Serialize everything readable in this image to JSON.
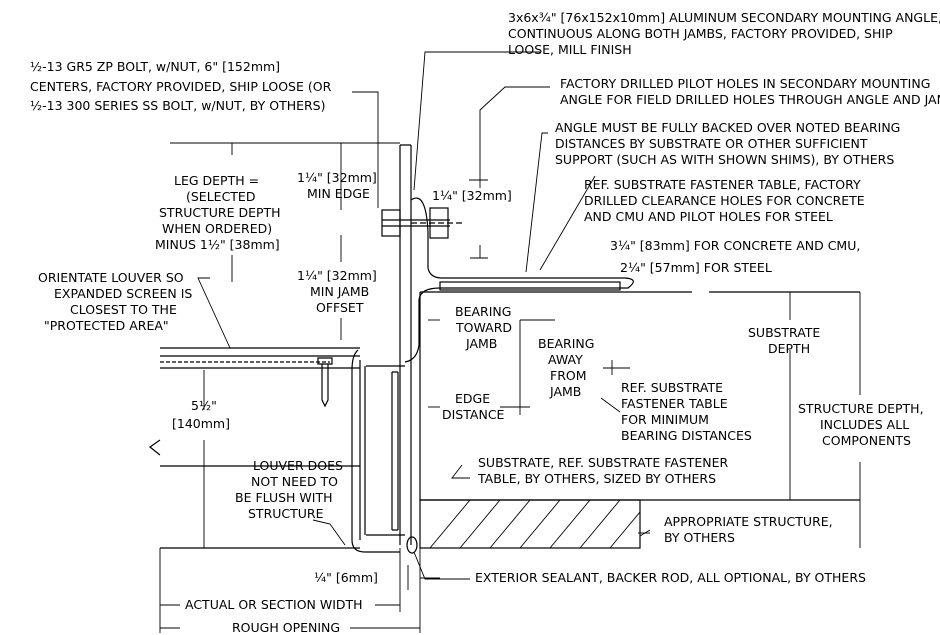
{
  "notes": {
    "angle_1": "3x6x¾\" [76x152x10mm] ALUMINUM SECONDARY MOUNTING ANGLE,",
    "angle_2": "CONTINUOUS ALONG BOTH JAMBS, FACTORY PROVIDED, SHIP",
    "angle_3": "LOOSE, MILL FINISH",
    "bolt_1": "½-13 GR5 ZP BOLT, w/NUT, 6\" [152mm]",
    "bolt_2": "CENTERS, FACTORY PROVIDED, SHIP LOOSE (OR",
    "bolt_3": "½-13 300 SERIES SS BOLT, w/NUT, BY OTHERS)",
    "pilot_1": "FACTORY DRILLED PILOT HOLES IN SECONDARY MOUNTING",
    "pilot_2": "ANGLE FOR FIELD DRILLED HOLES THROUGH ANGLE AND JAMB",
    "backed_1": "ANGLE MUST BE FULLY BACKED OVER NOTED BEARING",
    "backed_2": "DISTANCES BY SUBSTRATE OR OTHER SUFFICIENT",
    "backed_3": "SUPPORT (SUCH AS WITH SHOWN SHIMS), BY OTHERS",
    "ref1_1": "REF. SUBSTRATE FASTENER TABLE, FACTORY",
    "ref1_2": "DRILLED CLEARANCE HOLES FOR CONCRETE",
    "ref1_3": "AND CMU AND PILOT HOLES FOR STEEL",
    "conc": "3¼\" [83mm] FOR CONCRETE AND CMU,",
    "steel": "2¼\" [57mm] FOR STEEL",
    "leg_1": "LEG DEPTH =",
    "leg_2": "(SELECTED",
    "leg_3": "STRUCTURE DEPTH",
    "leg_4": "WHEN ORDERED)",
    "leg_5": "MINUS 1½\" [38mm]",
    "edge_1": "1¼\" [32mm]",
    "edge_2": "MIN EDGE",
    "dim_32": "1¼\" [32mm]",
    "jamb_1": "1¼\" [32mm]",
    "jamb_2": "MIN JAMB",
    "jamb_3": "OFFSET",
    "orient_1": "ORIENTATE LOUVER SO",
    "orient_2": "EXPANDED SCREEN IS",
    "orient_3": "CLOSEST TO THE",
    "orient_4": "\"PROTECTED AREA\"",
    "bt_1": "BEARING",
    "bt_2": "TOWARD",
    "bt_3": "JAMB",
    "ba_1": "BEARING",
    "ba_2": "AWAY",
    "ba_3": "FROM",
    "ba_4": "JAMB",
    "sd_1": "SUBSTRATE",
    "sd_2": "DEPTH",
    "st_1": "STRUCTURE DEPTH,",
    "st_2": "INCLUDES ALL",
    "st_3": "COMPONENTS",
    "five_1": "5½\"",
    "five_2": "[140mm]",
    "ed_1": "EDGE",
    "ed_2": "DISTANCE",
    "ref2_1": "REF. SUBSTRATE",
    "ref2_2": "FASTENER TABLE",
    "ref2_3": "FOR MINIMUM",
    "ref2_4": "BEARING DISTANCES",
    "sub_1": "SUBSTRATE, REF. SUBSTRATE FASTENER",
    "sub_2": "TABLE, BY OTHERS, SIZED BY OTHERS",
    "flush_1": "LOUVER DOES",
    "flush_2": "NOT NEED TO",
    "flush_3": "BE FLUSH WITH",
    "flush_4": "STRUCTURE",
    "app_1": "APPROPRIATE STRUCTURE,",
    "app_2": "BY OTHERS",
    "six": "¼\" [6mm]",
    "sealant": "EXTERIOR SEALANT, BACKER ROD, ALL OPTIONAL, BY OTHERS",
    "actual": "ACTUAL OR SECTION WIDTH",
    "rough": "ROUGH OPENING"
  }
}
